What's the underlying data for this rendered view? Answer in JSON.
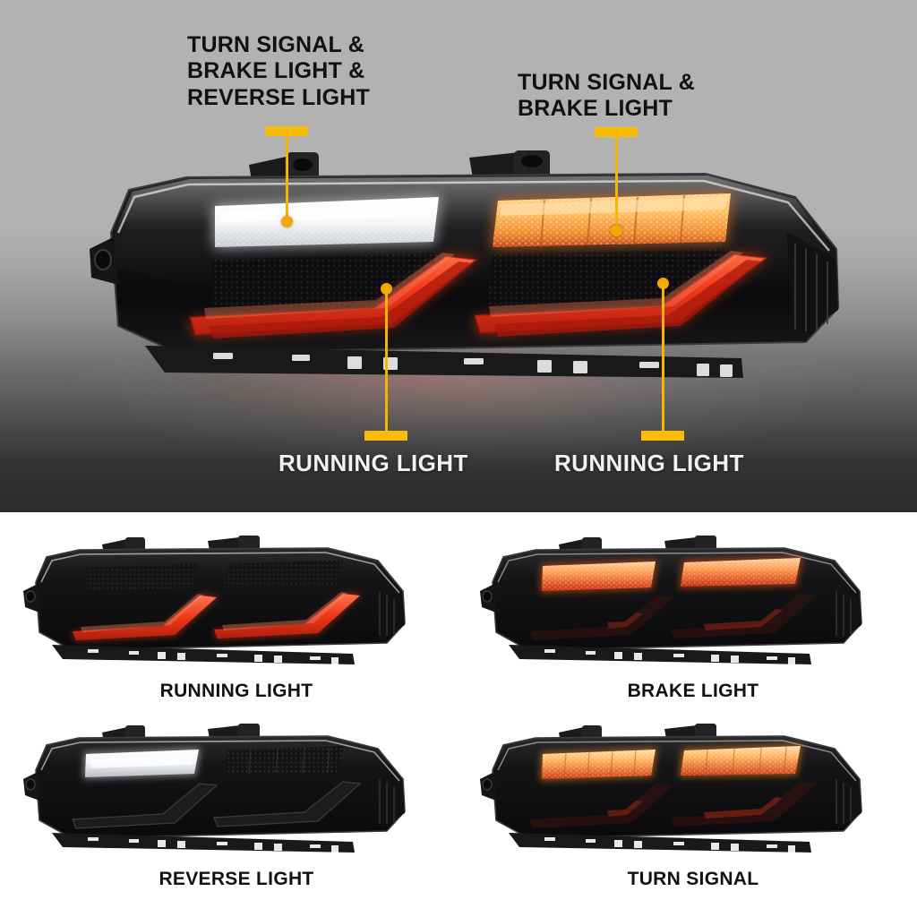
{
  "hero": {
    "callouts": [
      {
        "id": "turn-brake-reverse",
        "text": "TURN SIGNAL &\nBRAKE LIGHT &\nREVERSE LIGHT",
        "color": "#111111",
        "orientation": "down"
      },
      {
        "id": "turn-brake",
        "text": "TURN SIGNAL &\nBRAKE LIGHT",
        "color": "#111111",
        "orientation": "down"
      },
      {
        "id": "running-light-left",
        "text": "RUNNING LIGHT",
        "color": "#f2f2f2",
        "orientation": "up"
      },
      {
        "id": "running-light-right",
        "text": "RUNNING LIGHT",
        "color": "#f2f2f2",
        "orientation": "up"
      }
    ],
    "accent_color": "#f9bc08",
    "product": "LED tail light assembly"
  },
  "modes": [
    {
      "id": "running-light",
      "label": "RUNNING LIGHT",
      "lit": [
        "chevron-left",
        "chevron-right"
      ],
      "lit_color": "#e8402a"
    },
    {
      "id": "brake-light",
      "label": "BRAKE LIGHT",
      "lit": [
        "strip-left",
        "strip-right"
      ],
      "lit_color": "#e84a2a"
    },
    {
      "id": "reverse-light",
      "label": "REVERSE LIGHT",
      "lit": [
        "strip-left"
      ],
      "lit_color": "#ffffff"
    },
    {
      "id": "turn-signal",
      "label": "TURN SIGNAL",
      "lit": [
        "strip-left",
        "strip-right"
      ],
      "lit_color": "#f4a024"
    }
  ]
}
